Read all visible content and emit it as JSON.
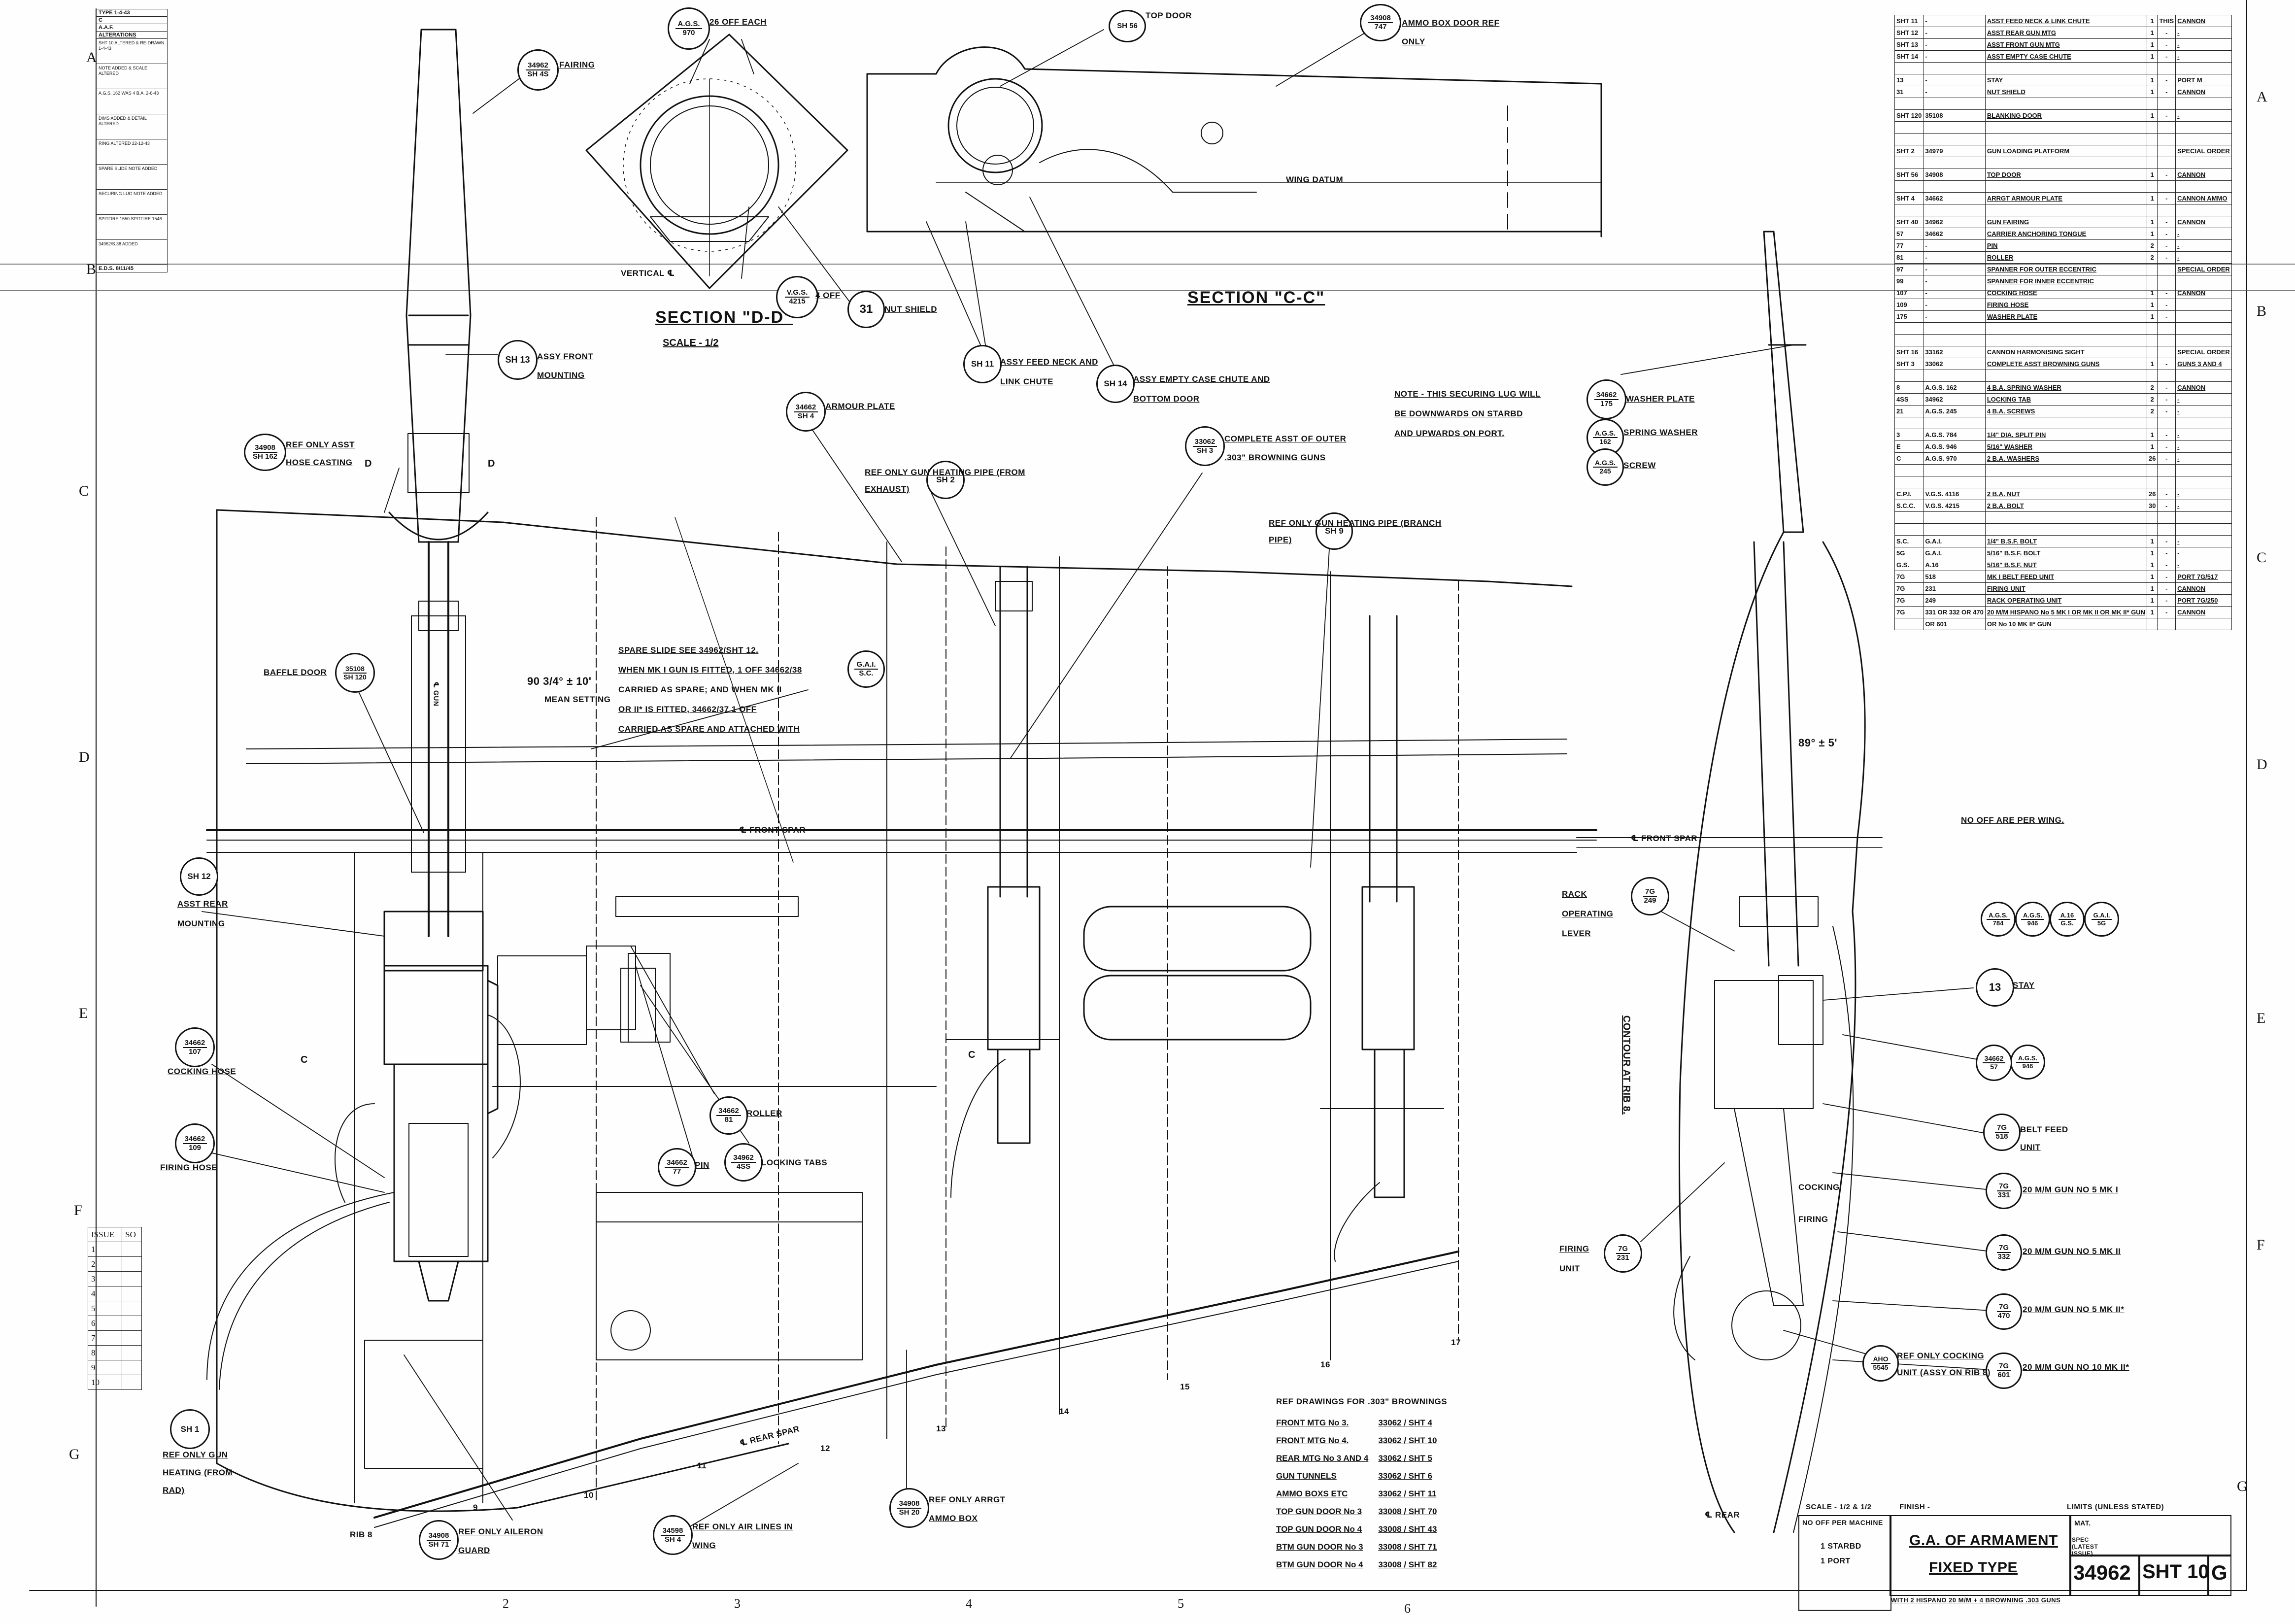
{
  "colors": {
    "ink": "#111111",
    "paper": "#fefefe"
  },
  "grid_letters": [
    "A",
    "B",
    "C",
    "D",
    "E",
    "F",
    "G"
  ],
  "grid_numbers": [
    "2",
    "3",
    "4",
    "5",
    "6"
  ],
  "alterations": {
    "header_lines": [
      "TYPE 1-4-43",
      "C",
      "A.A.F."
    ],
    "title": "ALTERATIONS",
    "entries": [
      "SHT 10 ALTERED & RE-DRAWN 1-4-43",
      "NOTE ADDED & SCALE ALTERED",
      "A.G.S. 162 WAS 4 B.A. 2-6-43",
      "DIMS ADDED & DETAIL ALTERED",
      "RING ALTERED 22-12-43",
      "SPARE SLIDE NOTE ADDED",
      "SECURING LUG NOTE ADDED",
      "SPITFIRE 1550 SPITFIRE 1546",
      "34962/S.38 ADDED"
    ],
    "footer": "E.D.S. 8/11/45"
  },
  "issue_block": {
    "header": [
      "ISSUE",
      "SO"
    ],
    "rows": [
      "1",
      "2",
      "3",
      "4",
      "5",
      "6",
      "7",
      "8",
      "9",
      "10"
    ]
  },
  "sections": {
    "dd": {
      "title": "SECTION \"D-D\"",
      "scale": "SCALE - 1/2"
    },
    "cc": {
      "title": "SECTION \"C-C\""
    }
  },
  "callouts": [
    {
      "id": "fairing",
      "top": "34962",
      "bottom": "SH 4S",
      "label": "FAIRING"
    },
    {
      "id": "asg970",
      "top": "A.G.S.",
      "bottom": "970",
      "label": "26 OFF EACH"
    },
    {
      "id": "topdoor",
      "top": "SH 56",
      "bottom": "",
      "label": "TOP DOOR"
    },
    {
      "id": "ammobox",
      "top": "34908",
      "bottom": "747",
      "label": "AMMO BOX DOOR REF ONLY"
    },
    {
      "id": "vgs4215",
      "top": "V.G.S.",
      "bottom": "4215",
      "label": "4 OFF"
    },
    {
      "id": "nutshield",
      "top": "31",
      "bottom": "",
      "label": "NUT SHIELD"
    },
    {
      "id": "sh11",
      "top": "SH 11",
      "bottom": "",
      "label": "ASSY FEED NECK AND LINK CHUTE"
    },
    {
      "id": "sh14",
      "top": "SH 14",
      "bottom": "",
      "label": "ASSY EMPTY CASE CHUTE AND BOTTOM DOOR"
    },
    {
      "id": "sh13",
      "top": "SH 13",
      "bottom": "",
      "label": "ASSY FRONT MOUNTING"
    },
    {
      "id": "hose",
      "top": "34908",
      "bottom": "SH 162",
      "label": "REF ONLY ASST HOSE CASTING"
    },
    {
      "id": "armour",
      "top": "34662",
      "bottom": "SH 4",
      "label": "ARMOUR PLATE"
    },
    {
      "id": "sh2",
      "top": "SH 2",
      "bottom": "",
      "label": "REF ONLY GUN HEATING PIPE (FROM EXHAUST)"
    },
    {
      "id": "sh3",
      "top": "33062",
      "bottom": "SH 3",
      "label": "COMPLETE ASST OF OUTER .303\" BROWNING GUNS"
    },
    {
      "id": "sh9",
      "top": "SH 9",
      "bottom": "",
      "label": "REF ONLY GUN HEATING PIPE (BRANCH PIPE)"
    },
    {
      "id": "baffle",
      "top": "35108",
      "bottom": "SH 120",
      "label": "BAFFLE DOOR"
    },
    {
      "id": "gai",
      "top": "G.A.I.",
      "bottom": "S.C.",
      "label": ""
    },
    {
      "id": "sh12",
      "top": "SH 12",
      "bottom": "",
      "label": "ASST REAR MOUNTING"
    },
    {
      "id": "hose107",
      "top": "34662",
      "bottom": "107",
      "label": "COCKING HOSE"
    },
    {
      "id": "hose109",
      "top": "34662",
      "bottom": "109",
      "label": "FIRING HOSE"
    },
    {
      "id": "roller",
      "top": "34662",
      "bottom": "81",
      "label": "ROLLER"
    },
    {
      "id": "pin",
      "top": "34662",
      "bottom": "77",
      "label": "PIN"
    },
    {
      "id": "tabs",
      "top": "34962",
      "bottom": "4SS",
      "label": "LOCKING TABS"
    },
    {
      "id": "sh1",
      "top": "SH 1",
      "bottom": "",
      "label": "REF ONLY GUN HEATING (FROM RAD)"
    },
    {
      "id": "aileron",
      "top": "34908",
      "bottom": "SH 71",
      "label": "REF ONLY AILERON GUARD"
    },
    {
      "id": "airlines",
      "top": "34598",
      "bottom": "SH 4",
      "label": "REF ONLY AIR LINES IN WING"
    },
    {
      "id": "ammobox2",
      "top": "34908",
      "bottom": "SH 20",
      "label": "REF ONLY ARRGT AMMO BOX"
    },
    {
      "id": "washer175",
      "top": "34662",
      "bottom": "175",
      "label": "WASHER PLATE"
    },
    {
      "id": "ags162",
      "top": "A.G.S.",
      "bottom": "162",
      "label": "SPRING WASHER"
    },
    {
      "id": "ags245",
      "top": "A.G.S.",
      "bottom": "245",
      "label": "SCREW"
    },
    {
      "id": "rack",
      "top": "7G",
      "bottom": "249",
      "label": "RACK OPERATING LEVER"
    },
    {
      "id": "ags784",
      "top": "A.G.S.",
      "bottom": "784",
      "label": ""
    },
    {
      "id": "ags946",
      "top": "A.G.S.",
      "bottom": "946",
      "label": ""
    },
    {
      "id": "a16",
      "top": "A.16",
      "bottom": "G.S.",
      "label": ""
    },
    {
      "id": "gai5g",
      "top": "G.A.I.",
      "bottom": "5G",
      "label": ""
    },
    {
      "id": "stay",
      "top": "13",
      "bottom": "",
      "label": "STAY"
    },
    {
      "id": "ags946b",
      "top": "A.G.S.",
      "bottom": "946",
      "label": ""
    },
    {
      "id": "s57",
      "top": "34662",
      "bottom": "57",
      "label": ""
    },
    {
      "id": "beltfeed",
      "top": "7G",
      "bottom": "518",
      "label": "BELT FEED UNIT"
    },
    {
      "id": "gun231",
      "top": "7G",
      "bottom": "331",
      "label": "20 M/M GUN No 5 MK I"
    },
    {
      "id": "gun332",
      "top": "7G",
      "bottom": "332",
      "label": "20 M/M GUN No 5 MK II"
    },
    {
      "id": "gun470",
      "top": "7G",
      "bottom": "470",
      "label": "20 M/M GUN No 5 MK II*"
    },
    {
      "id": "gun601",
      "top": "7G",
      "bottom": "601",
      "label": "20 M/M GUN No 10 MK II*"
    },
    {
      "id": "firing",
      "top": "7G",
      "bottom": "231",
      "label": "FIRING UNIT"
    },
    {
      "id": "cocking",
      "top": "AHO",
      "bottom": "5545",
      "label": "REF ONLY COCKING UNIT (ASSY ON RIB 8)"
    }
  ],
  "annotations": {
    "spare_slide": [
      "SPARE SLIDE SEE 34962/SHT 12.",
      "WHEN MK I GUN IS FITTED, 1 OFF 34662/38",
      "CARRIED AS SPARE; AND WHEN MK II",
      "OR II* IS FITTED, 34662/37 1 OFF",
      "CARRIED AS SPARE AND ATTACHED WITH"
    ],
    "note": [
      "NOTE - THIS SECURING LUG WILL",
      "BE DOWNWARDS ON STARBD",
      "AND UPWARDS ON PORT."
    ],
    "angle1": "90 3/4° ± 10'",
    "angle1_sub": "MEAN SETTING",
    "angle2": "89° ± 5'",
    "front_spar": "℄ FRONT SPAR",
    "front_spar_right": "℄ FRONT SPAR",
    "rear_spar": "℄ REAR SPAR",
    "rear_spar_right": "℄ REAR",
    "wing_datum": "WING DATUM",
    "vertical": "VERTICAL ℄",
    "contour": "CONTOUR AT RIB 8.",
    "rib8": "RIB 8",
    "off_per_wing": "No OFF ARE PER WING.",
    "gun_word": "℄ GUN",
    "cocking_word": "COCKING",
    "firing_word": "FIRING",
    "section_mark_d": "D",
    "section_mark_c": "C",
    "rib_numbers": [
      "9",
      "10",
      "11",
      "12",
      "13",
      "14",
      "15",
      "16",
      "17"
    ]
  },
  "parts_table": [
    [
      "SHT 11",
      "-",
      "ASST FEED NECK & LINK CHUTE",
      "1",
      "THIS",
      "CANNON"
    ],
    [
      "SHT 12",
      "-",
      "ASST REAR GUN MTG",
      "1",
      "-",
      "-"
    ],
    [
      "SHT 13",
      "-",
      "ASST FRONT GUN MTG",
      "1",
      "-",
      "-"
    ],
    [
      "SHT 14",
      "-",
      "ASST EMPTY CASE CHUTE",
      "1",
      "-",
      "-"
    ],
    [
      "",
      "",
      "",
      "",
      "",
      ""
    ],
    [
      "13",
      "-",
      "STAY",
      "1",
      "-",
      "PORT M"
    ],
    [
      "31",
      "-",
      "NUT SHIELD",
      "1",
      "-",
      "CANNON"
    ],
    [
      "",
      "",
      "",
      "",
      "",
      ""
    ],
    [
      "SHT 120",
      "35108",
      "BLANKING DOOR",
      "1",
      "-",
      "-"
    ],
    [
      "",
      "",
      "",
      "",
      "",
      ""
    ],
    [
      "",
      "",
      "",
      "",
      "",
      ""
    ],
    [
      "SHT 2",
      "34979",
      "GUN LOADING PLATFORM",
      "",
      "",
      "SPECIAL ORDER"
    ],
    [
      "",
      "",
      "",
      "",
      "",
      ""
    ],
    [
      "SHT 56",
      "34908",
      "TOP DOOR",
      "1",
      "-",
      "CANNON"
    ],
    [
      "",
      "",
      "",
      "",
      "",
      ""
    ],
    [
      "SHT 4",
      "34662",
      "ARRGT ARMOUR PLATE",
      "1",
      "-",
      "CANNON AMMO"
    ],
    [
      "",
      "",
      "",
      "",
      "",
      ""
    ],
    [
      "SHT 40",
      "34962",
      "GUN FAIRING",
      "1",
      "-",
      "CANNON"
    ],
    [
      "57",
      "34662",
      "CARRIER ANCHORING TONGUE",
      "1",
      "-",
      "-"
    ],
    [
      "77",
      "-",
      "PIN",
      "2",
      "-",
      "-"
    ],
    [
      "81",
      "-",
      "ROLLER",
      "2",
      "-",
      "-"
    ],
    [
      "97",
      "-",
      "SPANNER FOR OUTER ECCENTRIC",
      "",
      "",
      "SPECIAL ORDER"
    ],
    [
      "99",
      "-",
      "SPANNER FOR INNER ECCENTRIC",
      "",
      "",
      ""
    ],
    [
      "107",
      "-",
      "COCKING HOSE",
      "1",
      "-",
      "CANNON"
    ],
    [
      "109",
      "-",
      "FIRING HOSE",
      "1",
      "-",
      ""
    ],
    [
      "175",
      "-",
      "WASHER PLATE",
      "1",
      "-",
      ""
    ],
    [
      "",
      "",
      "",
      "",
      "",
      ""
    ],
    [
      "",
      "",
      "",
      "",
      "",
      ""
    ],
    [
      "SHT 16",
      "33162",
      "CANNON HARMONISING SIGHT",
      "",
      "",
      "SPECIAL ORDER"
    ],
    [
      "SHT 3",
      "33062",
      "COMPLETE ASST BROWNING GUNS",
      "1",
      "-",
      "GUNS 3 AND 4"
    ],
    [
      "",
      "",
      "",
      "",
      "",
      ""
    ],
    [
      "8",
      "A.G.S. 162",
      "4 B.A. SPRING WASHER",
      "2",
      "-",
      "CANNON"
    ],
    [
      "4SS",
      "34962",
      "LOCKING TAB",
      "2",
      "-",
      "-"
    ],
    [
      "21",
      "A.G.S. 245",
      "4 B.A. SCREWS",
      "2",
      "-",
      "-"
    ],
    [
      "",
      "",
      "",
      "",
      "",
      ""
    ],
    [
      "3",
      "A.G.S. 784",
      "1/4\" DIA. SPLIT PIN",
      "1",
      "-",
      "-"
    ],
    [
      "E",
      "A.G.S. 946",
      "5/16\" WASHER",
      "1",
      "-",
      "-"
    ],
    [
      "C",
      "A.G.S. 970",
      "2 B.A. WASHERS",
      "26",
      "-",
      "-"
    ],
    [
      "",
      "",
      "",
      "",
      "",
      ""
    ],
    [
      "",
      "",
      "",
      "",
      "",
      ""
    ],
    [
      "C.P.I.",
      "V.G.S. 4116",
      "2 B.A. NUT",
      "26",
      "-",
      "-"
    ],
    [
      "S.C.C.",
      "V.G.S. 4215",
      "2 B.A. BOLT",
      "30",
      "-",
      "-"
    ],
    [
      "",
      "",
      "",
      "",
      "",
      ""
    ],
    [
      "",
      "",
      "",
      "",
      "",
      ""
    ],
    [
      "S.C.",
      "G.A.I.",
      "1/4\" B.S.F. BOLT",
      "1",
      "-",
      "-"
    ],
    [
      "5G",
      "G.A.I.",
      "5/16\" B.S.F. BOLT",
      "1",
      "-",
      "-"
    ],
    [
      "G.S.",
      "A.16",
      "5/16\" B.S.F. NUT",
      "1",
      "-",
      "-"
    ],
    [
      "7G",
      "518",
      "MK I BELT FEED UNIT",
      "1",
      "-",
      "PORT 7G/517"
    ],
    [
      "7G",
      "231",
      "FIRING UNIT",
      "1",
      "-",
      "CANNON"
    ],
    [
      "7G",
      "249",
      "RACK OPERATING UNIT",
      "1",
      "-",
      "PORT 7G/250"
    ],
    [
      "7G",
      "331 OR 332 OR 470",
      "20 M/M HISPANO No 5 MK I OR MK II OR MK II* GUN",
      "1",
      "-",
      "CANNON"
    ],
    [
      "",
      "OR 601",
      "OR No 10 MK II* GUN",
      "",
      "",
      ""
    ]
  ],
  "reference_drawings": {
    "title": "REF DRAWINGS FOR .303\" BROWNINGS",
    "rows": [
      [
        "FRONT MTG No 3.",
        "33062 / SHT 4"
      ],
      [
        "FRONT MTG No 4.",
        "33062 / SHT 10"
      ],
      [
        "REAR MTG No 3 AND 4",
        "33062 / SHT 5"
      ],
      [
        "GUN TUNNELS",
        "33062 / SHT 6"
      ],
      [
        "AMMO BOXS ETC",
        "33062 / SHT 11"
      ],
      [
        "TOP GUN DOOR No 3",
        "33008 / SHT 70"
      ],
      [
        "TOP GUN DOOR No 4",
        "33008 / SHT 43"
      ],
      [
        "BTM GUN DOOR No 3",
        "33008 / SHT 71"
      ],
      [
        "BTM GUN DOOR No 4",
        "33008 / SHT 82"
      ]
    ]
  },
  "title_block": {
    "scale": "SCALE - 1/2 & 1/2",
    "finish": "FINISH -",
    "limits": "LIMITS (UNLESS STATED)",
    "off_per_machine": "No OFF PER MACHINE",
    "stbd": "1 STARBD",
    "port": "1 PORT",
    "title1": "G.A. OF ARMAMENT",
    "title2": "FIXED TYPE",
    "mat": "MAT.",
    "spec": "SPEC (LATEST ISSUE)",
    "drawing_no": "34962",
    "sheet": "SHT 10",
    "issue": "G",
    "footer": "WITH 2 HISPANO 20 M/M + 4 BROWNING .303 GUNS"
  }
}
